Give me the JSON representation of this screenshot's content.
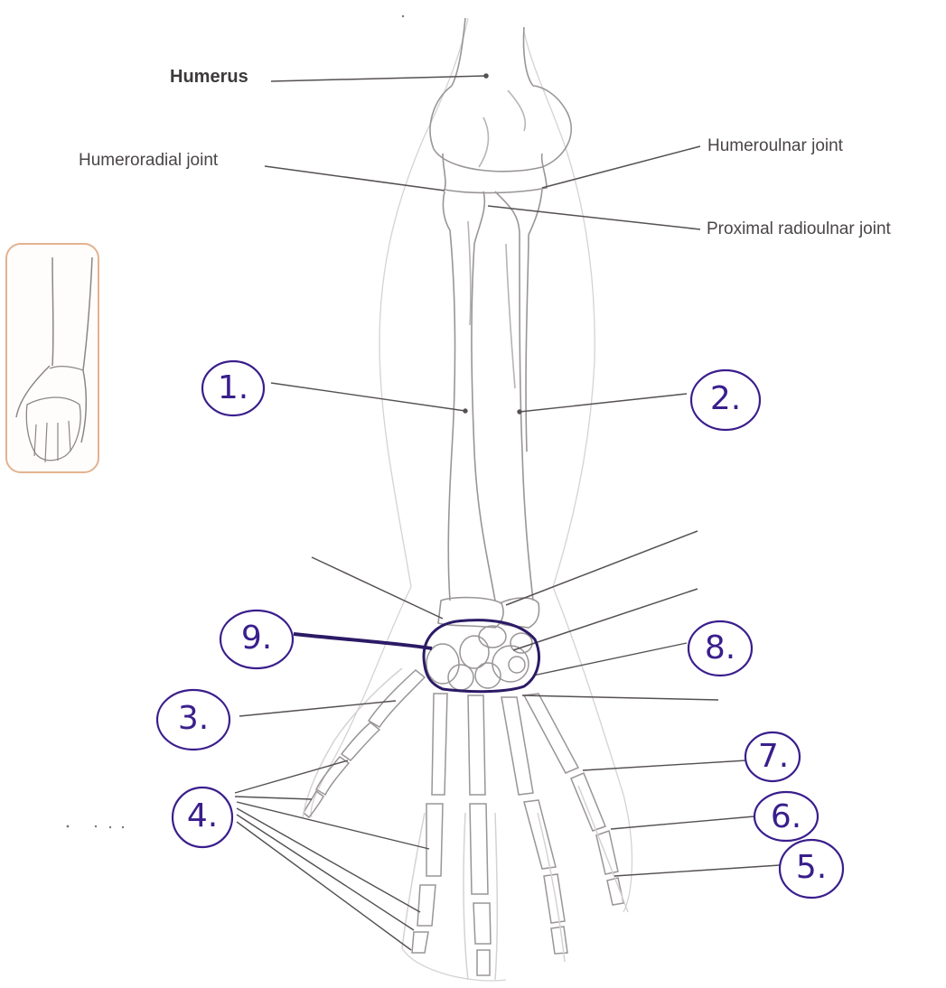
{
  "labels": {
    "humerus": "Humerus",
    "humeroradial": "Humeroradial joint",
    "humeroulnar": "Humeroulnar joint",
    "proximal_radioulnar": "Proximal radioulnar joint"
  },
  "handwritten_numbers": [
    "1.",
    "2.",
    "3.",
    "4.",
    "5.",
    "6.",
    "7.",
    "8.",
    "9."
  ],
  "colors": {
    "print_text": "#4a4547",
    "leader_line": "#555052",
    "ink": "#3a1e8c",
    "bone_outline": "#9a9597",
    "thumbnail_border": "#e3b28f"
  }
}
